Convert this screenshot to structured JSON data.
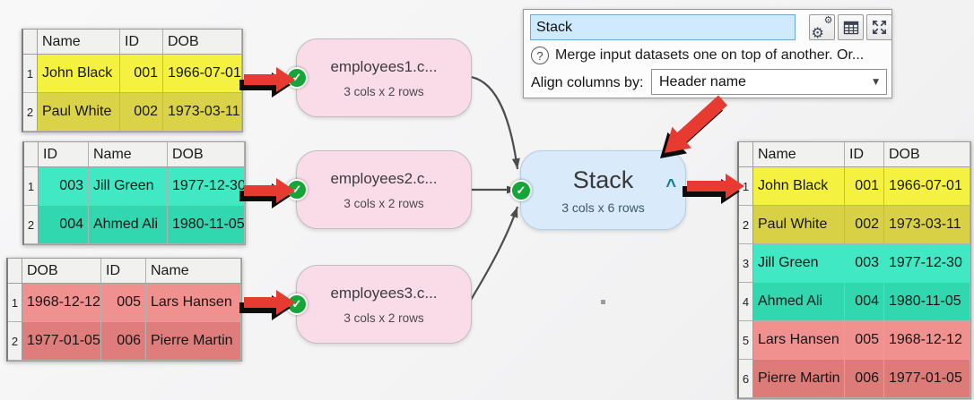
{
  "colors": {
    "annotation_arrow_red": "#e73b31",
    "node_pink": "#f9dce8",
    "node_blue": "#d9eafa",
    "status_green": "#16a637",
    "caret_teal": "#0d7f91",
    "yellow_bright": "#f5f141",
    "yellow_dark": "#d8d145",
    "teal_bright": "#40e9c4",
    "teal_dark": "#31d7af",
    "red_bright": "#f0918f",
    "red_dark": "#dd7b79"
  },
  "icons": {
    "status": "check-circle",
    "stack_collapse": "caret-up",
    "panel_settings": "double-gear",
    "panel_grid": "table-grid",
    "panel_maximize": "expand-arrows",
    "help": "question-circle",
    "align_dropdown": "caret-down"
  },
  "properties_panel": {
    "name_value": "Stack",
    "description": "Merge input datasets one on top of another. Or...",
    "align_label": "Align columns by:",
    "align_value": "Header name"
  },
  "flow_nodes": [
    {
      "title": "employees1.c...",
      "subtitle": "3 cols x 2 rows",
      "status": "ok"
    },
    {
      "title": "employees2.c...",
      "subtitle": "3 cols x 2 rows",
      "status": "ok"
    },
    {
      "title": "employees3.c...",
      "subtitle": "3 cols x 2 rows",
      "status": "ok"
    }
  ],
  "stack_node": {
    "title": "Stack",
    "subtitle": "3 cols x 6 rows",
    "status": "ok",
    "collapse_glyph": "^"
  },
  "input_tables": [
    {
      "headers": [
        "Name",
        "ID",
        "DOB"
      ],
      "aligns": [
        "left",
        "right",
        "left"
      ],
      "rows": [
        {
          "num": "1",
          "cells": [
            "John Black",
            "001",
            "1966-07-01"
          ],
          "bg": "#f5f141"
        },
        {
          "num": "2",
          "cells": [
            "Paul White",
            "002",
            "1973-03-11"
          ],
          "bg": "#dad347"
        }
      ]
    },
    {
      "headers": [
        "ID",
        "Name",
        "DOB"
      ],
      "aligns": [
        "right",
        "left",
        "left"
      ],
      "rows": [
        {
          "num": "1",
          "cells": [
            "003",
            "Jill Green",
            "1977-12-30"
          ],
          "bg": "#40e9c4"
        },
        {
          "num": "2",
          "cells": [
            "004",
            "Ahmed Ali",
            "1980-11-05"
          ],
          "bg": "#31d7af"
        }
      ]
    },
    {
      "headers": [
        "DOB",
        "ID",
        "Name"
      ],
      "aligns": [
        "left",
        "right",
        "left"
      ],
      "rows": [
        {
          "num": "1",
          "cells": [
            "1968-12-12",
            "005",
            "Lars Hansen"
          ],
          "bg": "#f0918f"
        },
        {
          "num": "2",
          "cells": [
            "1977-01-05",
            "006",
            "Pierre Martin"
          ],
          "bg": "#de7d7b"
        }
      ]
    }
  ],
  "output_table": {
    "headers": [
      "Name",
      "ID",
      "DOB"
    ],
    "aligns": [
      "left",
      "right",
      "left"
    ],
    "rows": [
      {
        "num": "1",
        "cells": [
          "John Black",
          "001",
          "1966-07-01"
        ],
        "bg": "#f5f141"
      },
      {
        "num": "2",
        "cells": [
          "Paul White",
          "002",
          "1973-03-11"
        ],
        "bg": "#d8d145"
      },
      {
        "num": "3",
        "cells": [
          "Jill Green",
          "003",
          "1977-12-30"
        ],
        "bg": "#40e9c4"
      },
      {
        "num": "4",
        "cells": [
          "Ahmed Ali",
          "004",
          "1980-11-05"
        ],
        "bg": "#31d7af"
      },
      {
        "num": "5",
        "cells": [
          "Lars Hansen",
          "005",
          "1968-12-12"
        ],
        "bg": "#f0918f"
      },
      {
        "num": "6",
        "cells": [
          "Pierre Martin",
          "006",
          "1977-01-05"
        ],
        "bg": "#dd7b79"
      }
    ]
  }
}
